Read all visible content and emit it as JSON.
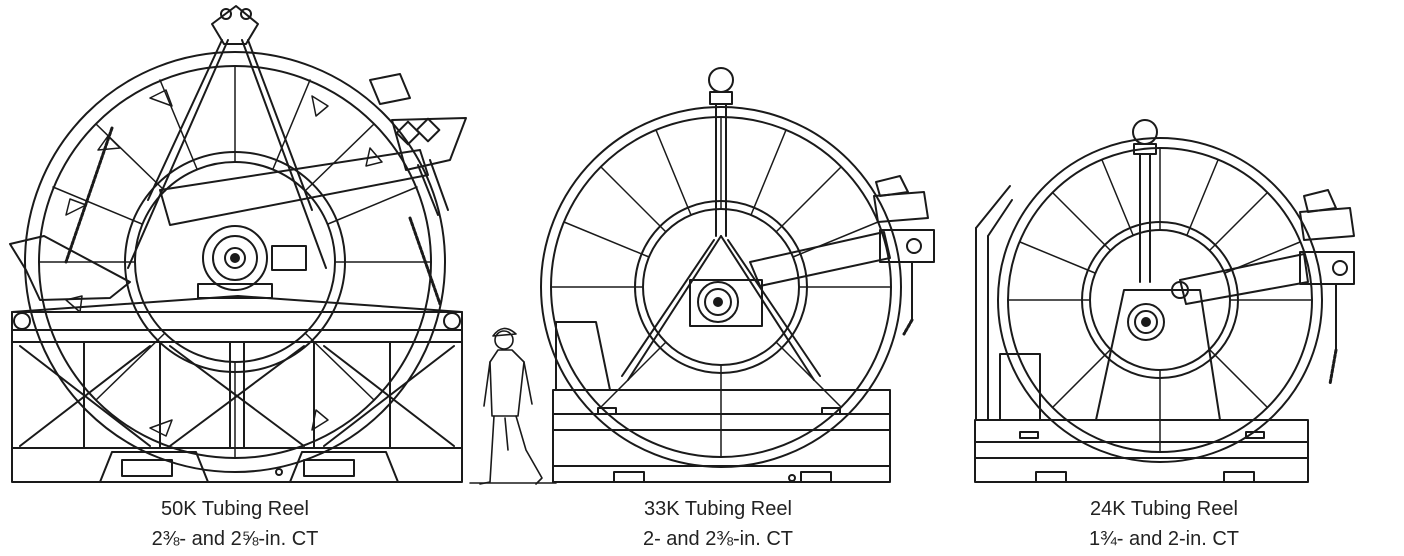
{
  "reels": [
    {
      "name": "50K Tubing Reel",
      "sizes": "2⅜- and 2⅝-in. CT"
    },
    {
      "name": "33K Tubing Reel",
      "sizes": "2- and 2⅜-in. CT"
    },
    {
      "name": "24K Tubing Reel",
      "sizes": "1¾- and 2-in. CT"
    }
  ],
  "colors": {
    "line": "#1a1a1a",
    "background": "#ffffff"
  }
}
